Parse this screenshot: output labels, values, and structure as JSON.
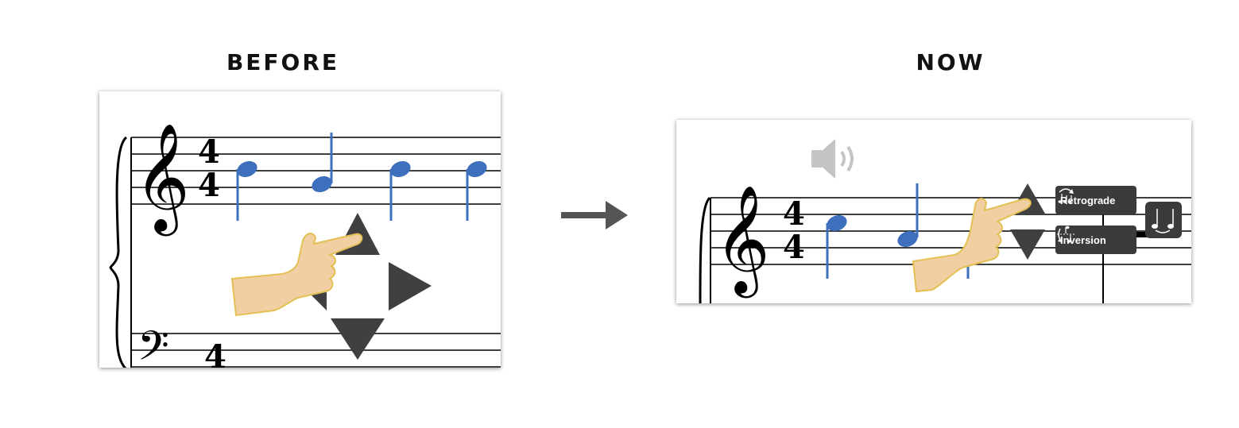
{
  "before": {
    "heading": "BEFORE"
  },
  "now": {
    "heading": "NOW",
    "retrograde_label": "Retrograde",
    "inversion_label": "Inversion"
  },
  "colors": {
    "note_blue": "#3d6fbd",
    "control_dark": "#404040",
    "speaker_gray": "#c4c4c4",
    "hand_skin": "#f1cfa2",
    "arrow_gray": "#555555"
  },
  "icons": {
    "speaker": "speaker-icon",
    "hand": "pointing-hand-icon",
    "arrow": "right-arrow-icon",
    "retrograde": "retrograde-icon",
    "inversion": "inversion-icon"
  }
}
